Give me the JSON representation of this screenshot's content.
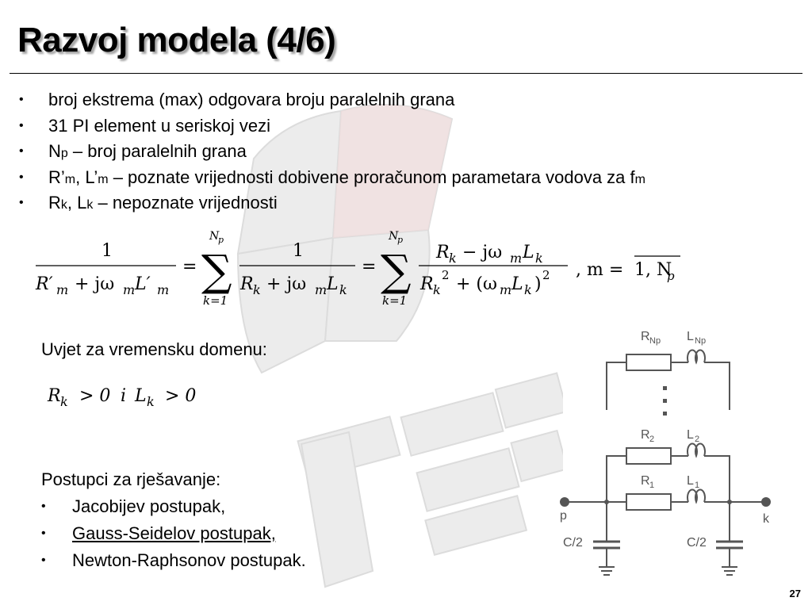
{
  "slide": {
    "title": "Razvoj modela (4/6)",
    "page_number": "27"
  },
  "bullets": [
    {
      "text": "broj ekstrema (max) odgovara broju paralelnih grana"
    },
    {
      "text": "31 PI element u seriskoj vezi"
    },
    {
      "pre": "N",
      "sub1": "p",
      "post": " – broj paralelnih grana"
    },
    {
      "pre": "R’",
      "sub1": "m",
      "mid": ", L’",
      "sub2": "m",
      "post": " – poznate vrijednosti dobivene proračunom parametara vodova za f",
      "sub3": "m"
    },
    {
      "pre": "R",
      "sub1": "k",
      "mid": ", L",
      "sub2": "k",
      "post": " – nepoznate vrijednosti"
    }
  ],
  "equation": {
    "one": "1",
    "den1_a": "R′",
    "den1_a_sub": "m",
    "den1_b": "+ jω",
    "den1_b_sub": "m",
    "den1_c": "L′",
    "den1_c_sub": "m",
    "equals": "=",
    "sum_upper": "N",
    "sum_upper_sub": "p",
    "sum_lower": "k=1",
    "sigma": "∑",
    "den2_a": "R",
    "den2_a_sub": "k",
    "den2_b": "+ jω",
    "den2_b_sub": "m",
    "den2_c": "L",
    "den2_c_sub": "k",
    "num3_a": "R",
    "num3_a_sub": "k",
    "num3_b": "− jω",
    "num3_b_sub": "m",
    "num3_c": "L",
    "num3_c_sub": "k",
    "den3_a": "R",
    "den3_a_sub": "k",
    "den3_sq": "2",
    "den3_b": "+ (ω",
    "den3_b_sub": "m",
    "den3_c": "L",
    "den3_c_sub": "k",
    "den3_d": ")",
    "den3_sq2": "2",
    "range_a": ", m =",
    "range_b": "1, N",
    "range_b_sub": "p"
  },
  "condition": {
    "label": "Uvjet za vremensku domenu:",
    "r": "R",
    "r_sub": "k",
    "gt1": "> 0",
    "i": "i",
    "l": "L",
    "l_sub": "k",
    "gt2": "> 0"
  },
  "methods": {
    "label": "Postupci za rješavanje:",
    "items": [
      {
        "text": "Jacobijev postupak,",
        "underline": false
      },
      {
        "text": "Gauss-Seidelov postupak,",
        "underline": true
      },
      {
        "text": "Newton-Raphsonov postupak.",
        "underline": false
      }
    ]
  },
  "circuit": {
    "r_np": "R",
    "r_np_sub": "Np",
    "l_np": "L",
    "l_np_sub": "Np",
    "r2": "R",
    "r2_sub": "2",
    "l2": "L",
    "l2_sub": "2",
    "r1": "R",
    "r1_sub": "1",
    "l1": "L",
    "l1_sub": "1",
    "node_p": "p",
    "node_k": "k",
    "cap_left": "C/2",
    "cap_right": "C/2"
  },
  "colors": {
    "watermark": "#e6e6e6",
    "watermark_accent": "#f2d9d9",
    "circuit_line": "#555555"
  }
}
